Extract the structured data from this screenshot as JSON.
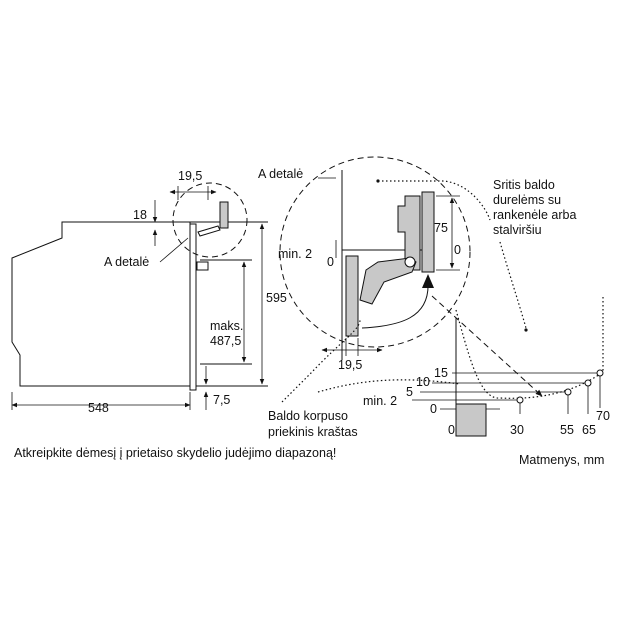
{
  "labels": {
    "dim_19_5_top": "19,5",
    "dim_18": "18",
    "detail_a_left": "A detalė",
    "dim_595": "595",
    "dim_maks": "maks.",
    "dim_487_5": "487,5",
    "dim_548": "548",
    "dim_7_5": "7,5",
    "detail_a_right": "A detalė",
    "dim_min2_upper": "min. 2",
    "dim_0_upper_left": "0",
    "dim_75": "75",
    "dim_0_upper_right": "0",
    "dim_19_5_bottom": "19,5",
    "area_line1": "Sritis baldo",
    "area_line2": "durelėms su",
    "area_line3": "rankenėle arba",
    "area_line4": "stalviršiu",
    "front_line1": "Baldo korpuso",
    "front_line2": "priekinis kraštas",
    "scale_15": "15",
    "scale_10": "10",
    "scale_5": "5",
    "scale_min2": "min. 2",
    "scale_0_left": "0",
    "scale_0_bottom": "0",
    "scale_30": "30",
    "scale_55": "55",
    "scale_65": "65",
    "scale_70": "70",
    "warning": "Atkreipkite dėmesį į prietaiso skydelio judėjimo diapazoną!",
    "units": "Matmenys, mm"
  }
}
